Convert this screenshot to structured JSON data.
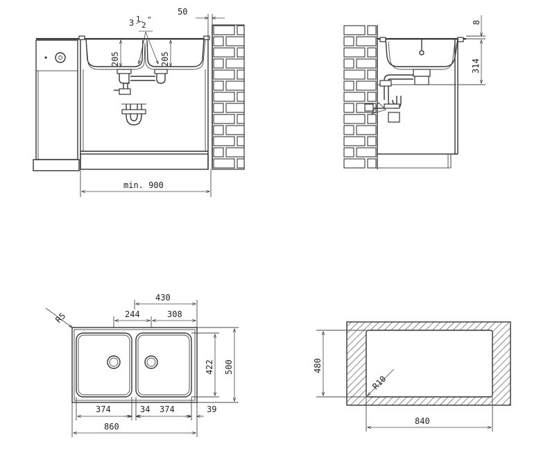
{
  "elevation_front": {
    "pipe_size": "3",
    "pipe_size_frac_num": "1",
    "pipe_size_frac_den": "2",
    "pipe_size_unit": "\"",
    "wall_offset": "50",
    "bowl_depth_left": "205",
    "bowl_depth_right": "205",
    "cabinet_width": "min. 900"
  },
  "elevation_side": {
    "rim_thickness": "8",
    "bowl_depth": "314"
  },
  "plan_sink": {
    "corner_radius": "R5",
    "outlet_span": "430",
    "outlet_left": "244",
    "outlet_right": "308",
    "bowl_height": "422",
    "total_depth": "500",
    "bowl_width_left": "374",
    "bowl_gap": "34",
    "bowl_width_right": "374",
    "right_margin": "39",
    "total_width": "860"
  },
  "cutout": {
    "height": "480",
    "corner_radius": "R10",
    "width": "840"
  }
}
